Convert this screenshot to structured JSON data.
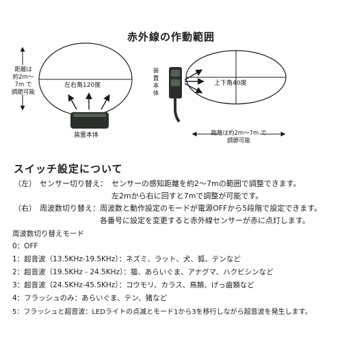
{
  "title": "赤外線の作動範囲",
  "left_diagram": {
    "distance_label": [
      "距離は",
      "約2m～7m で",
      "調節可能"
    ],
    "angle_label": "左右角120度",
    "device_label": "装置本体"
  },
  "right_diagram": {
    "device_label": [
      "装置",
      "本体"
    ],
    "angle_label": "上下角40度",
    "distance_label": [
      "距離は約2m～7m で",
      "調節可能"
    ]
  },
  "switch": {
    "title": "スイッチ設定について",
    "left_tag": "（左）",
    "left_name": "センサー切り替え：",
    "left_desc1": "センサーの感知距離を約2～7mの範囲で調整できます。",
    "left_desc2": "左2mから右に回すと7mで調整が可能です。",
    "right_tag": "（右）",
    "right_name": "周波数切り替え：",
    "right_desc1": "周波数と動作設定のモードが電源OFFから5段階で設定できます。",
    "right_desc2": "各番号に設定を変更すると赤外線センサーが赤に点灯します。"
  },
  "modes": {
    "title": "周波数切り替えモード",
    "items": [
      "0：OFF",
      "1：超音波（13.5KHz-19.5KHz）：ネズミ、ラット、犬、狐、テンなど",
      "2：超音波（19.5KHz - 24.5KHz）：猫、あらいぐま、アナグマ、ハクビシンなど",
      "3：超音波（24.5KHz-45.5KHz）：コウモリ、カラス、鳥類、げっ歯類など",
      "4：フラッシュのみ：あらいぐま、テン、猪など",
      "5：フラッシュと超音波：LEDライトの点滅とモード1から3を移行しながら超音波を発生します。"
    ]
  },
  "colors": {
    "text": "#1a1a1a",
    "device": "#2b2f2b",
    "device_light": "#556055"
  }
}
